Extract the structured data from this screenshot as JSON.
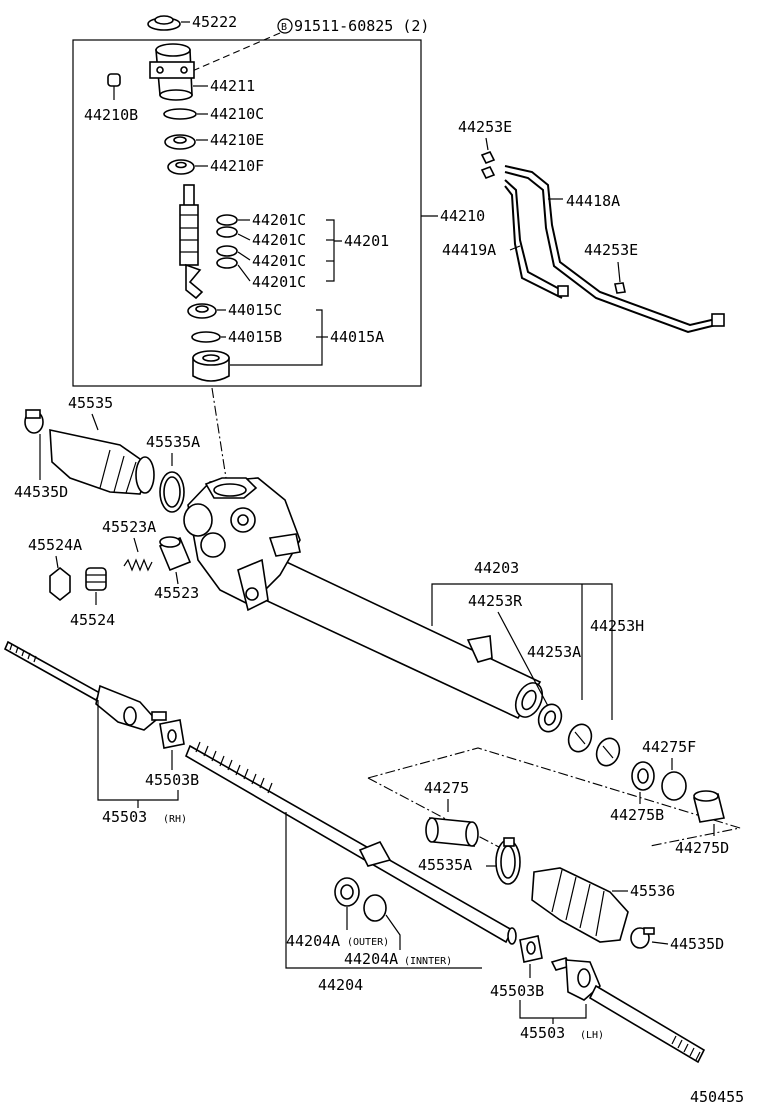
{
  "figure_id": "450455",
  "labels": {
    "p45222": "45222",
    "bolt_symbol": "B",
    "bolt_note": "91511-60825 (2)",
    "p44211": "44211",
    "p44210B": "44210B",
    "p44210C": "44210C",
    "p44210E": "44210E",
    "p44210F": "44210F",
    "p44201C_1": "44201C",
    "p44201C_2": "44201C",
    "p44201C_3": "44201C",
    "p44201C_4": "44201C",
    "p44201": "44201",
    "p44210": "44210",
    "p44015C": "44015C",
    "p44015B": "44015B",
    "p44015A": "44015A",
    "p44253E_1": "44253E",
    "p44418A": "44418A",
    "p44419A": "44419A",
    "p44253E_2": "44253E",
    "p45535": "45535",
    "p44535D_1": "44535D",
    "p45535A_1": "45535A",
    "p45523A": "45523A",
    "p45524A": "45524A",
    "p45523": "45523",
    "p45524": "45524",
    "p44203": "44203",
    "p44253R": "44253R",
    "p44253H": "44253H",
    "p44253A": "44253A",
    "p44275F": "44275F",
    "p44275": "44275",
    "p44275B": "44275B",
    "p44275D": "44275D",
    "p45503B_1": "45503B",
    "p45503RH": "45503",
    "rh_note": "(RH)",
    "p45535A_2": "45535A",
    "p45536": "45536",
    "p44535D_2": "44535D",
    "p44204A_outer": "44204A",
    "outer_note": "(OUTER)",
    "p44204A_inner": "44204A",
    "inner_note": "(INNTER)",
    "p44204": "44204",
    "p45503B_2": "45503B",
    "p45503LH": "45503",
    "lh_note": "(LH)"
  }
}
